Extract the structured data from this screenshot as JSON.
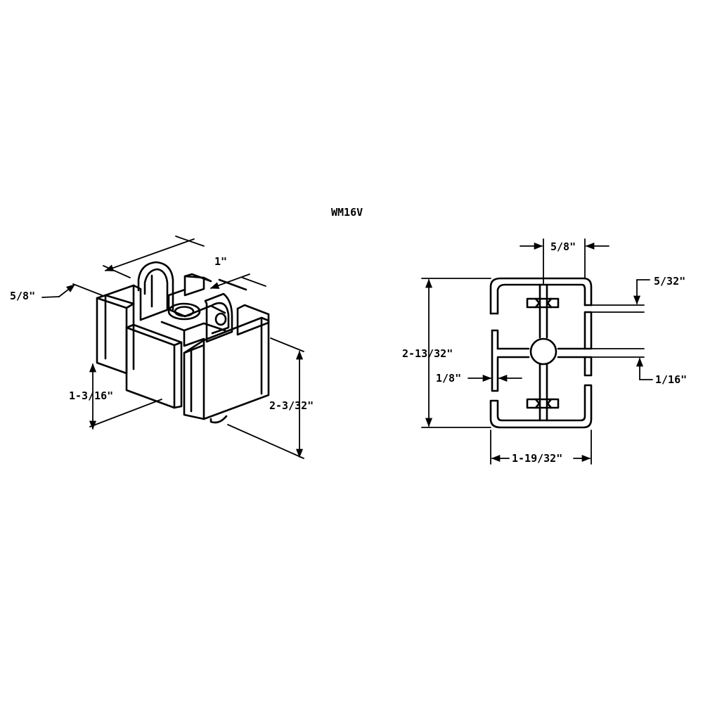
{
  "title": "WM16V",
  "iso_view": {
    "dim_width": "1\"",
    "dim_depth": "5/8\"",
    "dim_slot_height": "1-3/16\"",
    "dim_height": "2-3/32\""
  },
  "section_view": {
    "dim_top_width": "5/8\"",
    "dim_slot_top": "5/32\"",
    "dim_height": "2-13/32\"",
    "dim_slot_width": "1/8\"",
    "dim_slot_bottom": "1/16\"",
    "dim_width": "1-19/32\""
  }
}
